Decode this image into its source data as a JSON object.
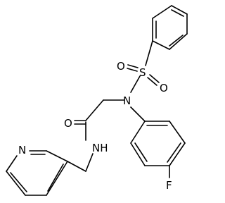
{
  "molecule": {
    "atoms": {
      "o_sulfonyl_a": "O",
      "o_sulfonyl_b": "O",
      "s_sulfonyl": "S",
      "n_sulfonamide": "N",
      "o_carbonyl": "O",
      "nh_amide": "NH",
      "n_pyridine": "N",
      "f_fluoro": "F"
    },
    "colors": {
      "bond": "#000000",
      "label": "#000000",
      "background": "#ffffff"
    }
  }
}
